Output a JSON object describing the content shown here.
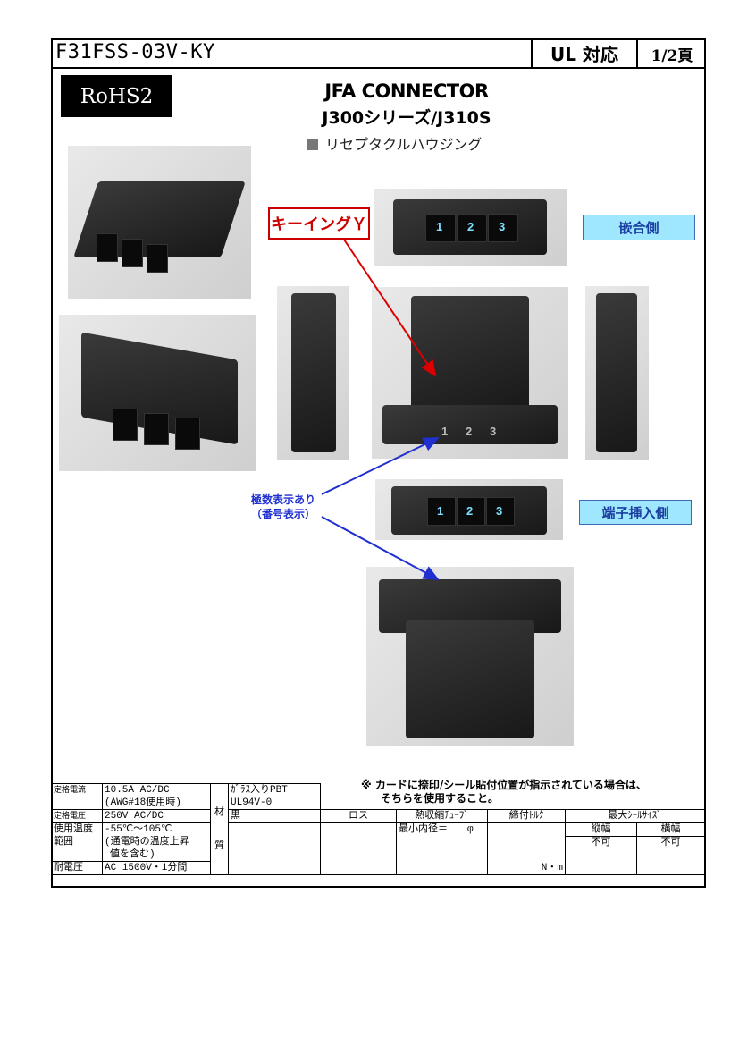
{
  "header": {
    "part_number": "F31FSS-03V-KY",
    "ul": "UL 対応",
    "page": "1/2頁"
  },
  "badge": "RoHS2",
  "title": {
    "line1": "JFA CONNECTOR",
    "line2": "J300シリーズ/J310S",
    "subtitle": "リセプタクルハウジング"
  },
  "callouts": {
    "keying": "キーイングＹ",
    "mating_side": "嵌合側",
    "terminal_side": "端子挿入側",
    "pole_line1": "極数表示あり",
    "pole_line2": "（番号表示）"
  },
  "pin_numbers": [
    "1",
    "2",
    "3"
  ],
  "note": {
    "line1": "※ カードに捺印/シール貼付位置が指示されている場合は、",
    "line2": "そちらを使用すること。"
  },
  "spec": {
    "rated_current_label": "定格電流",
    "rated_current_value1": "10.5A AC/DC",
    "rated_current_value2": "(AWG#18使用時)",
    "rated_voltage_label": "定格電圧",
    "rated_voltage_value": "250V AC/DC",
    "temp_label1": "使用温度",
    "temp_label2": "範囲",
    "temp_value1": "-55℃～105℃",
    "temp_value2": "(通電時の温度上昇",
    "temp_value3": "値を含む)",
    "withstand_label": "耐電圧",
    "withstand_value": "AC 1500V・1分間",
    "material_label1": "材",
    "material_label2": "質",
    "material1": "ｶﾞﾗｽ入りPBT",
    "material2": "UL94V-0",
    "material3": "黒",
    "col_loss": "ロス",
    "col_tube": "熱収縮ﾁｭｰﾌﾞ",
    "tube_value": "最小内径＝　　φ",
    "col_torque": "締付ﾄﾙｸ",
    "torque_unit": "N・m",
    "col_seal": "最大ｼｰﾙｻｲｽﾞ",
    "seal_h": "縦幅",
    "seal_w": "横幅",
    "seal_h_value": "不可",
    "seal_w_value": "不可"
  }
}
